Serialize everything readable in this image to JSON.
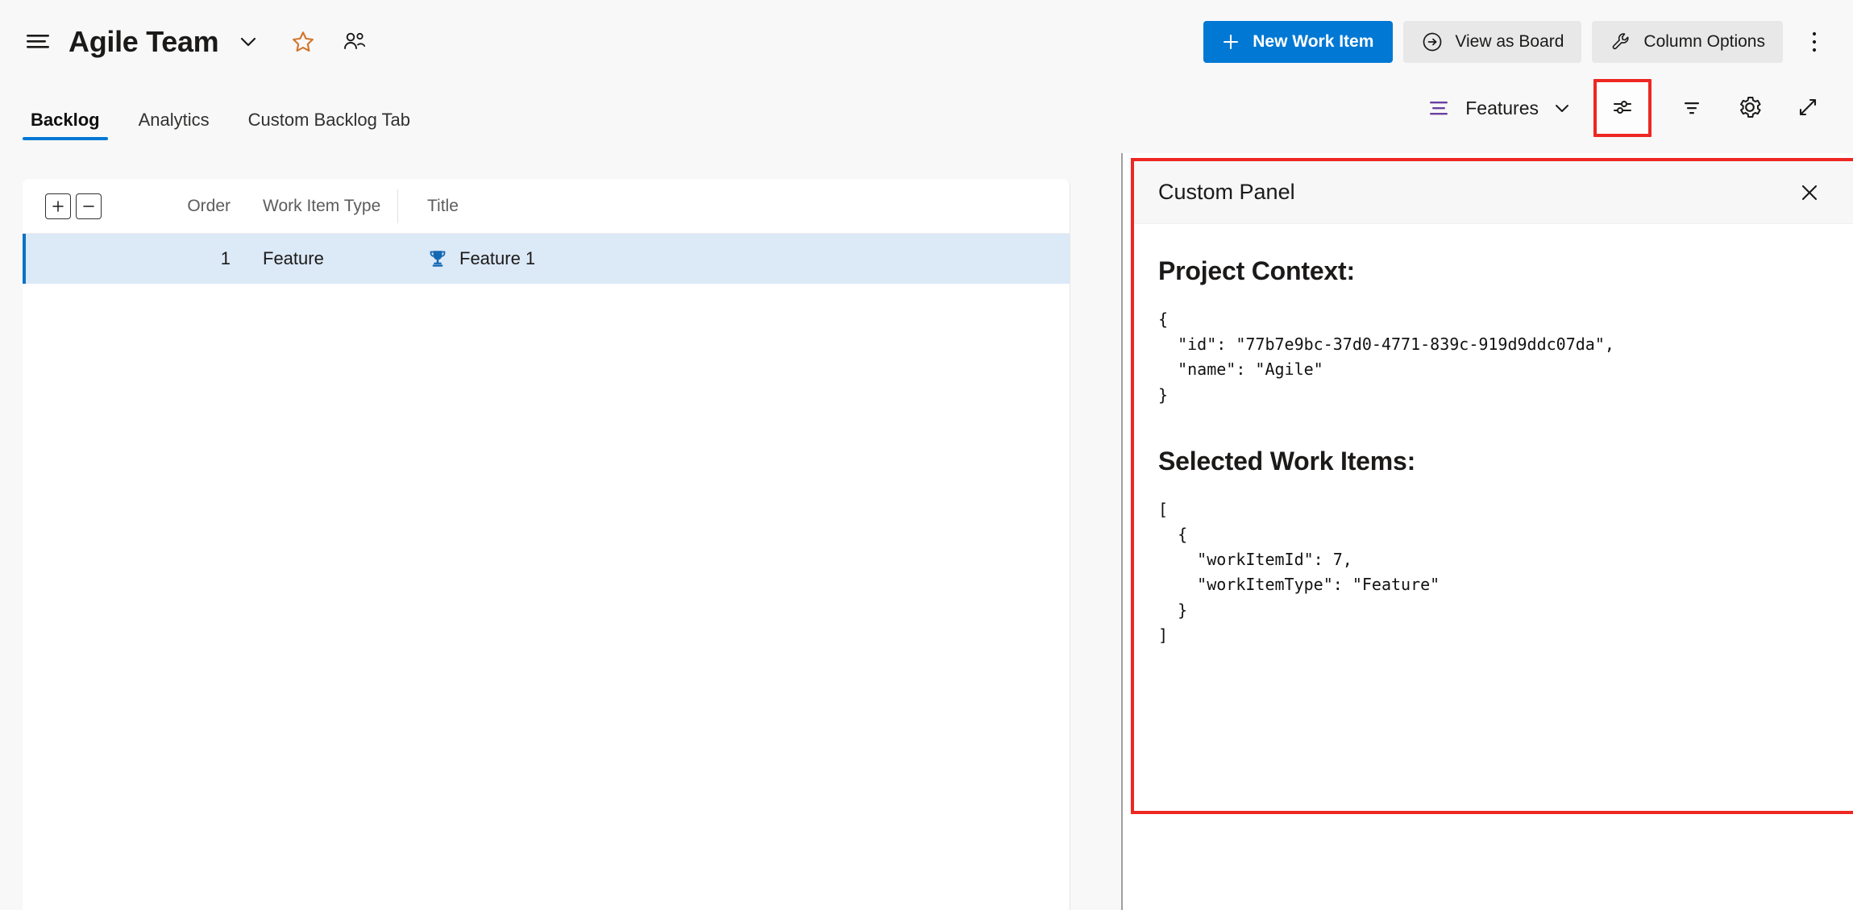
{
  "header": {
    "menu_icon": "hamburger-icon",
    "team_title": "Agile Team",
    "team_chevron_icon": "chevron-down-icon",
    "favorite_icon": "star-icon",
    "team_members_icon": "people-icon",
    "new_work_item_label": "New Work Item",
    "new_work_item_icon": "plus-icon",
    "view_as_board_label": "View as Board",
    "view_as_board_icon": "arrow-circle-right-icon",
    "column_options_label": "Column Options",
    "column_options_icon": "wrench-icon",
    "more_actions_icon": "kebab-menu-icon",
    "accent_color": "#0078d4",
    "star_color": "#d2762b"
  },
  "tabbar": {
    "tabs": [
      {
        "label": "Backlog",
        "active": true
      },
      {
        "label": "Analytics",
        "active": false
      },
      {
        "label": "Custom Backlog Tab",
        "active": false
      }
    ],
    "backlog_level_icon": "backlog-levels-icon",
    "backlog_level_color": "#6b3fa0",
    "backlog_level_label": "Features",
    "backlog_level_chevron_icon": "chevron-down-icon",
    "sliders_icon": "sliders-settings-icon",
    "filter_icon": "filter-icon",
    "settings_icon": "gear-icon",
    "fullscreen_icon": "expand-diagonal-icon",
    "highlight_color": "#ee2722"
  },
  "backlog_table": {
    "expand_all_label": "+",
    "collapse_all_label": "−",
    "columns": [
      "Order",
      "Work Item Type",
      "Title"
    ],
    "rows": [
      {
        "order": "1",
        "work_item_type": "Feature",
        "title": "Feature 1",
        "type_icon": "trophy-icon",
        "type_icon_color": "#1268b3",
        "selected": true
      }
    ]
  },
  "panel": {
    "title": "Custom Panel",
    "close_icon": "close-icon",
    "project_context_heading": "Project Context:",
    "project_context_json": "{\n  \"id\": \"77b7e9bc-37d0-4771-839c-919d9ddc07da\",\n  \"name\": \"Agile\"\n}",
    "selected_work_items_heading": "Selected Work Items:",
    "selected_work_items_json": "[\n  {\n    \"workItemId\": 7,\n    \"workItemType\": \"Feature\"\n  }\n]"
  }
}
